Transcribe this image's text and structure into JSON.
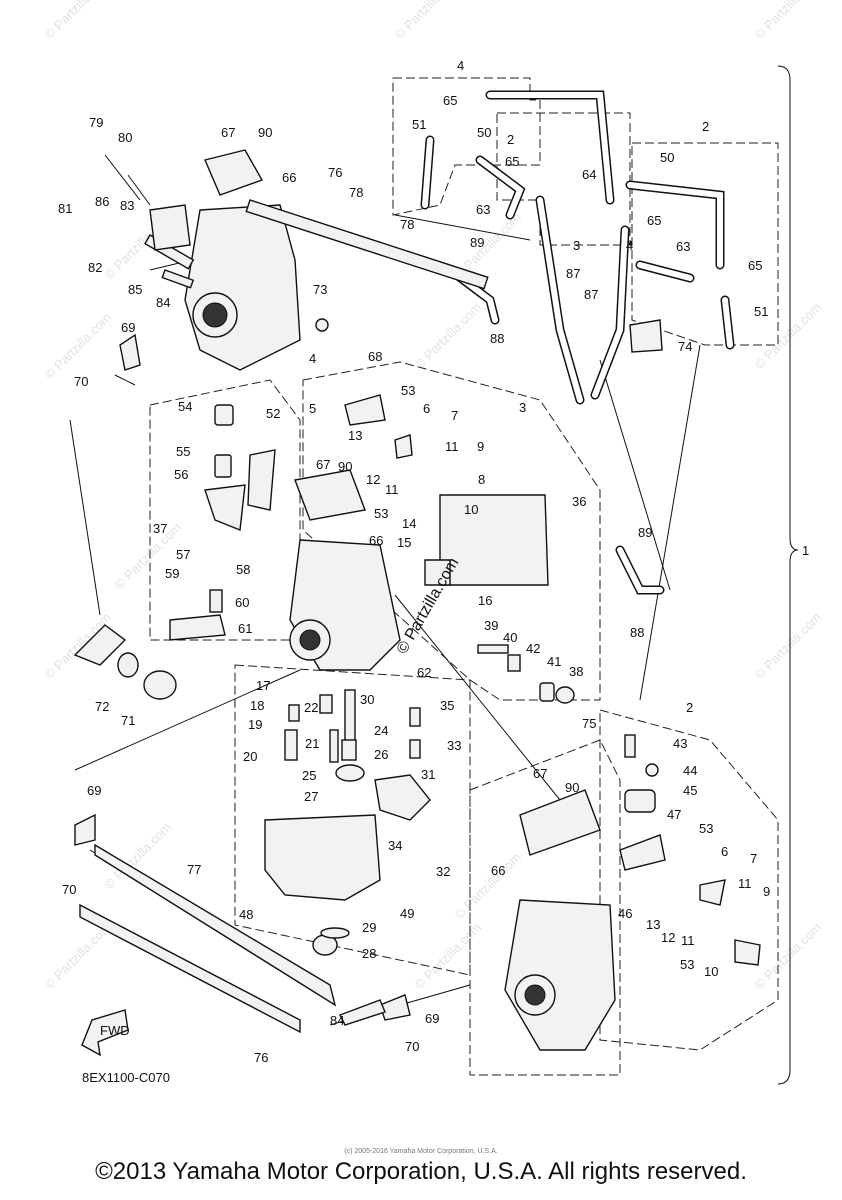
{
  "figure": {
    "code": "8EX1100-C070",
    "fwd_label": "FWD",
    "watermark": "© Partzilla.com",
    "copyright": "©2013 Yamaha Motor Corporation, U.S.A. All rights reserved.",
    "tiny_copyright": "(c) 2005-2016 Yamaha Motor Corporation, U.S.A."
  },
  "callouts": [
    {
      "id": "79",
      "n": "79"
    },
    {
      "id": "80",
      "n": "80"
    },
    {
      "id": "67a",
      "n": "67"
    },
    {
      "id": "90a",
      "n": "90"
    },
    {
      "id": "66a",
      "n": "66"
    },
    {
      "id": "76a",
      "n": "76"
    },
    {
      "id": "78a",
      "n": "78"
    },
    {
      "id": "81",
      "n": "81"
    },
    {
      "id": "86",
      "n": "86"
    },
    {
      "id": "83",
      "n": "83"
    },
    {
      "id": "82",
      "n": "82"
    },
    {
      "id": "85",
      "n": "85"
    },
    {
      "id": "84a",
      "n": "84"
    },
    {
      "id": "73",
      "n": "73"
    },
    {
      "id": "69a",
      "n": "69"
    },
    {
      "id": "70a",
      "n": "70"
    },
    {
      "id": "4a",
      "n": "4"
    },
    {
      "id": "4b",
      "n": "4"
    },
    {
      "id": "65a",
      "n": "65"
    },
    {
      "id": "51a",
      "n": "51"
    },
    {
      "id": "50a",
      "n": "50"
    },
    {
      "id": "2a",
      "n": "2"
    },
    {
      "id": "65b",
      "n": "65"
    },
    {
      "id": "63a",
      "n": "63"
    },
    {
      "id": "64",
      "n": "64"
    },
    {
      "id": "3a",
      "n": "3"
    },
    {
      "id": "4c",
      "n": "4"
    },
    {
      "id": "65c",
      "n": "65"
    },
    {
      "id": "78b",
      "n": "78"
    },
    {
      "id": "89a",
      "n": "89"
    },
    {
      "id": "87a",
      "n": "87"
    },
    {
      "id": "87b",
      "n": "87"
    },
    {
      "id": "88a",
      "n": "88"
    },
    {
      "id": "2b",
      "n": "2"
    },
    {
      "id": "50b",
      "n": "50"
    },
    {
      "id": "63b",
      "n": "63"
    },
    {
      "id": "65d",
      "n": "65"
    },
    {
      "id": "51b",
      "n": "51"
    },
    {
      "id": "74",
      "n": "74"
    },
    {
      "id": "68",
      "n": "68"
    },
    {
      "id": "5",
      "n": "5"
    },
    {
      "id": "53a",
      "n": "53"
    },
    {
      "id": "6a",
      "n": "6"
    },
    {
      "id": "7a",
      "n": "7"
    },
    {
      "id": "3b",
      "n": "3"
    },
    {
      "id": "54",
      "n": "54"
    },
    {
      "id": "52",
      "n": "52"
    },
    {
      "id": "13a",
      "n": "13"
    },
    {
      "id": "11a",
      "n": "11"
    },
    {
      "id": "9a",
      "n": "9"
    },
    {
      "id": "67b",
      "n": "67"
    },
    {
      "id": "90b",
      "n": "90"
    },
    {
      "id": "12a",
      "n": "12"
    },
    {
      "id": "11b",
      "n": "11"
    },
    {
      "id": "55",
      "n": "55"
    },
    {
      "id": "56",
      "n": "56"
    },
    {
      "id": "8",
      "n": "8"
    },
    {
      "id": "10a",
      "n": "10"
    },
    {
      "id": "36",
      "n": "36"
    },
    {
      "id": "37",
      "n": "37"
    },
    {
      "id": "53b",
      "n": "53"
    },
    {
      "id": "14",
      "n": "14"
    },
    {
      "id": "66b",
      "n": "66"
    },
    {
      "id": "15",
      "n": "15"
    },
    {
      "id": "57",
      "n": "57"
    },
    {
      "id": "58",
      "n": "58"
    },
    {
      "id": "59",
      "n": "59"
    },
    {
      "id": "60",
      "n": "60"
    },
    {
      "id": "61",
      "n": "61"
    },
    {
      "id": "16",
      "n": "16"
    },
    {
      "id": "89b",
      "n": "89"
    },
    {
      "id": "88b",
      "n": "88"
    },
    {
      "id": "39",
      "n": "39"
    },
    {
      "id": "40",
      "n": "40"
    },
    {
      "id": "42",
      "n": "42"
    },
    {
      "id": "41",
      "n": "41"
    },
    {
      "id": "38",
      "n": "38"
    },
    {
      "id": "62",
      "n": "62"
    },
    {
      "id": "72",
      "n": "72"
    },
    {
      "id": "71",
      "n": "71"
    },
    {
      "id": "17",
      "n": "17"
    },
    {
      "id": "18",
      "n": "18"
    },
    {
      "id": "22",
      "n": "22"
    },
    {
      "id": "30",
      "n": "30"
    },
    {
      "id": "35",
      "n": "35"
    },
    {
      "id": "19",
      "n": "19"
    },
    {
      "id": "24",
      "n": "24"
    },
    {
      "id": "21",
      "n": "21"
    },
    {
      "id": "33",
      "n": "33"
    },
    {
      "id": "20",
      "n": "20"
    },
    {
      "id": "26",
      "n": "26"
    },
    {
      "id": "75",
      "n": "75"
    },
    {
      "id": "2c",
      "n": "2"
    },
    {
      "id": "43",
      "n": "43"
    },
    {
      "id": "25",
      "n": "25"
    },
    {
      "id": "31",
      "n": "31"
    },
    {
      "id": "44",
      "n": "44"
    },
    {
      "id": "45",
      "n": "45"
    },
    {
      "id": "27",
      "n": "27"
    },
    {
      "id": "69b",
      "n": "69"
    },
    {
      "id": "67c",
      "n": "67"
    },
    {
      "id": "90c",
      "n": "90"
    },
    {
      "id": "47",
      "n": "47"
    },
    {
      "id": "34",
      "n": "34"
    },
    {
      "id": "53c",
      "n": "53"
    },
    {
      "id": "6b",
      "n": "6"
    },
    {
      "id": "7b",
      "n": "7"
    },
    {
      "id": "70b",
      "n": "70"
    },
    {
      "id": "32",
      "n": "32"
    },
    {
      "id": "77",
      "n": "77"
    },
    {
      "id": "66c",
      "n": "66"
    },
    {
      "id": "11c",
      "n": "11"
    },
    {
      "id": "9b",
      "n": "9"
    },
    {
      "id": "46",
      "n": "46"
    },
    {
      "id": "13b",
      "n": "13"
    },
    {
      "id": "48",
      "n": "48"
    },
    {
      "id": "49",
      "n": "49"
    },
    {
      "id": "12b",
      "n": "12"
    },
    {
      "id": "11d",
      "n": "11"
    },
    {
      "id": "29",
      "n": "29"
    },
    {
      "id": "28",
      "n": "28"
    },
    {
      "id": "53d",
      "n": "53"
    },
    {
      "id": "10b",
      "n": "10"
    },
    {
      "id": "1",
      "n": "1"
    },
    {
      "id": "84b",
      "n": "84"
    },
    {
      "id": "69c",
      "n": "69"
    },
    {
      "id": "70c",
      "n": "70"
    },
    {
      "id": "76b",
      "n": "76"
    }
  ]
}
